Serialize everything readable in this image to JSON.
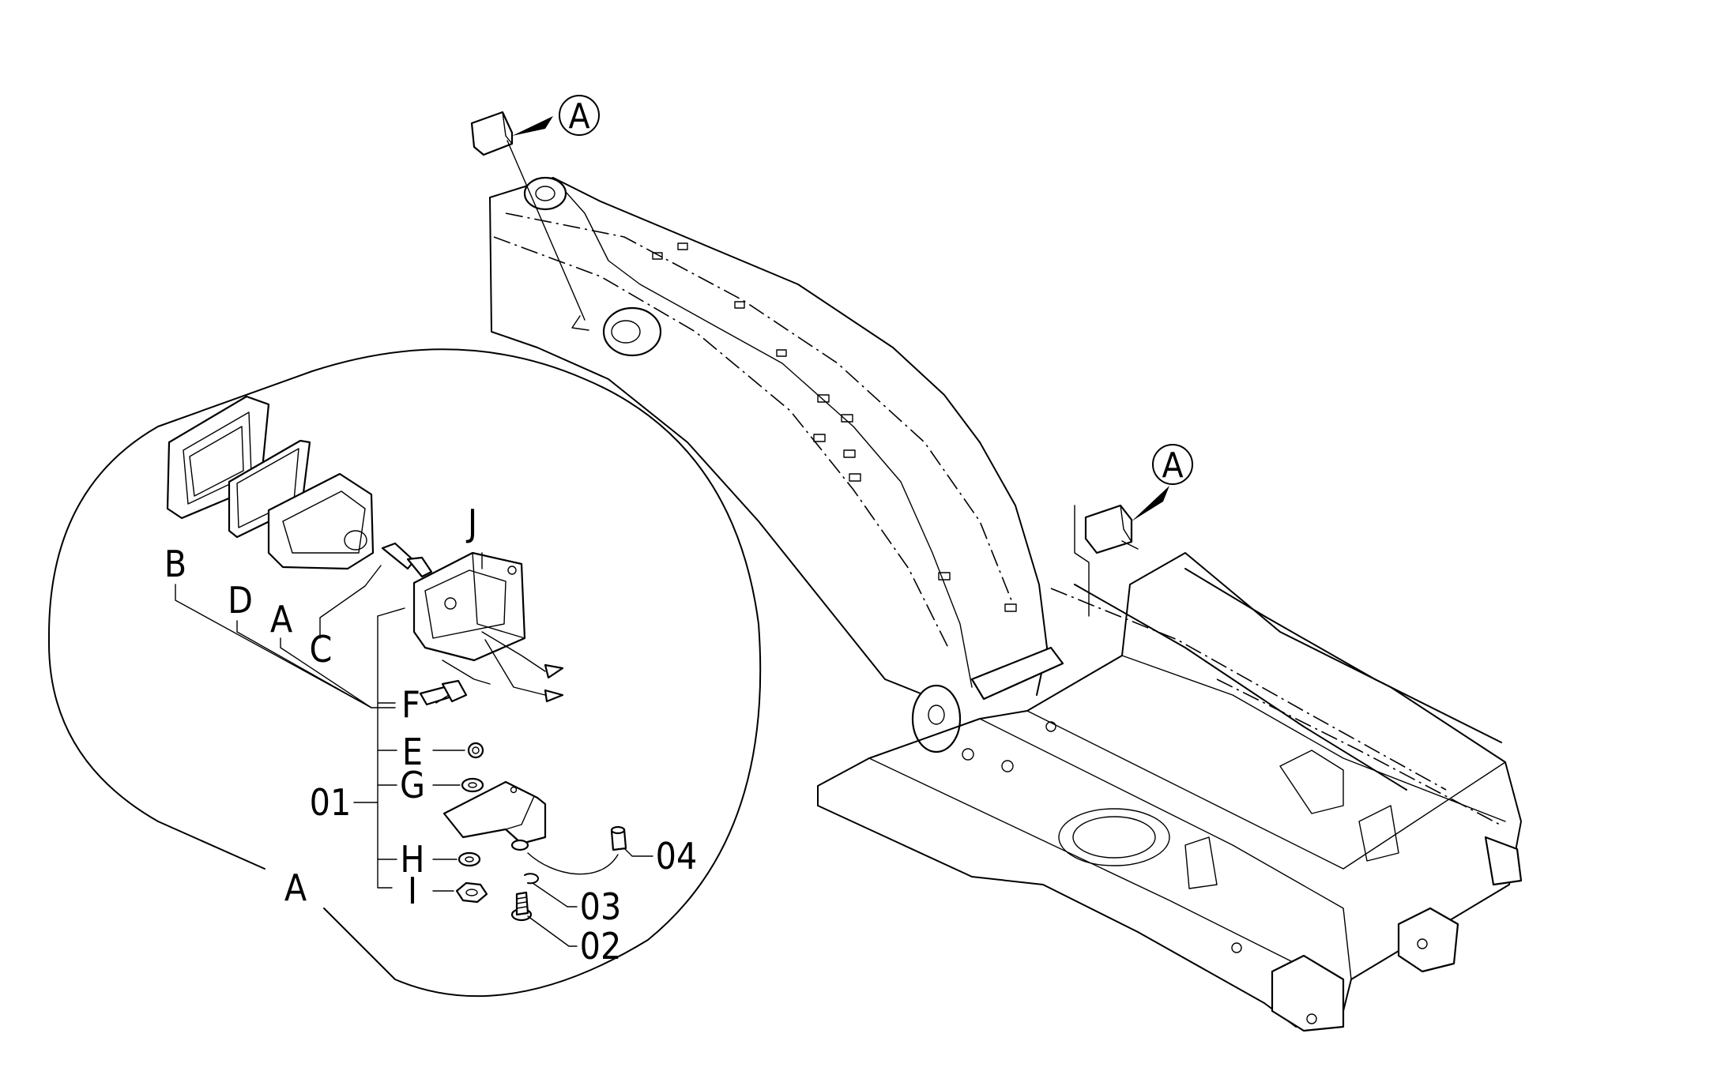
{
  "detail_view": {
    "view_label": "A",
    "part_labels": {
      "B": "B",
      "D": "D",
      "A": "A",
      "C": "C",
      "J": "J",
      "F": "F",
      "E": "E",
      "G": "G",
      "H": "H",
      "I": "I"
    },
    "assembly_label": "01",
    "callout_numbers": {
      "n02": "02",
      "n03": "03",
      "n04": "04"
    }
  },
  "machine_view": {
    "callout_top": "A",
    "callout_right": "A"
  }
}
